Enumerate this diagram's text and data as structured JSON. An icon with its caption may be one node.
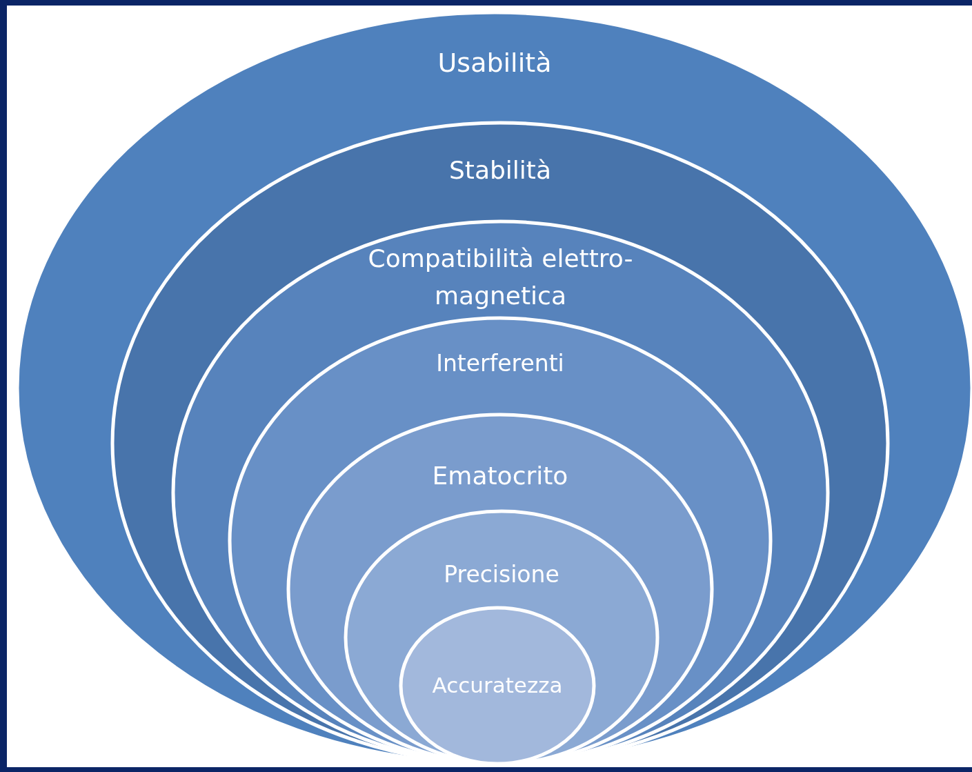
{
  "diagram": {
    "nodes": [
      {
        "text": [
          "Usabilità"
        ]
      },
      {
        "text": [
          "Stabilità"
        ],
        "in": 0
      },
      {
        "text": [
          "Compatibilità elettro-magnetica"
        ],
        "in": 1
      },
      {
        "text": [
          "Interferenti"
        ],
        "in": 2
      },
      {
        "text": [
          "Ematocrito"
        ],
        "in": 3
      },
      {
        "text": [
          "Precisione"
        ],
        "in": 4
      },
      {
        "text": [
          "Accuratezza"
        ],
        "in": 5
      }
    ]
  }
}
